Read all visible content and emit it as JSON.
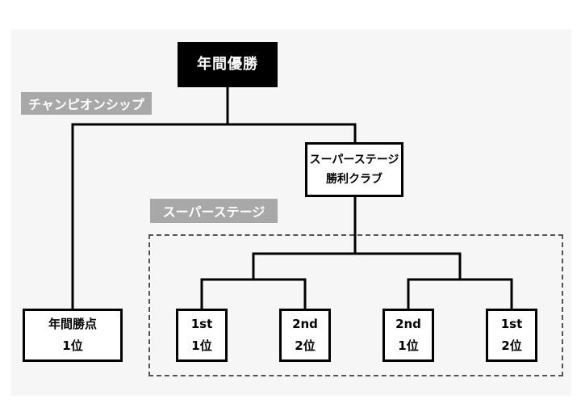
{
  "title_box": {
    "label": "年間優勝"
  },
  "labels": {
    "championship": "チャンピオンシップ",
    "super_stage": "スーパーステージ"
  },
  "super_stage_winner": {
    "line1": "スーパーステージ",
    "line2": "勝利クラブ"
  },
  "annual_points": {
    "line1": "年間勝点",
    "line2": "1位"
  },
  "stage_slots": [
    {
      "line1": "1st",
      "line2": "1位"
    },
    {
      "line1": "2nd",
      "line2": "2位"
    },
    {
      "line1": "2nd",
      "line2": "1位"
    },
    {
      "line1": "1st",
      "line2": "2位"
    }
  ],
  "colors": {
    "title_fill": "#000000",
    "label_fill": "#a8a8a8",
    "box_border": "#000000",
    "panel_background": "#f6f6f6"
  }
}
